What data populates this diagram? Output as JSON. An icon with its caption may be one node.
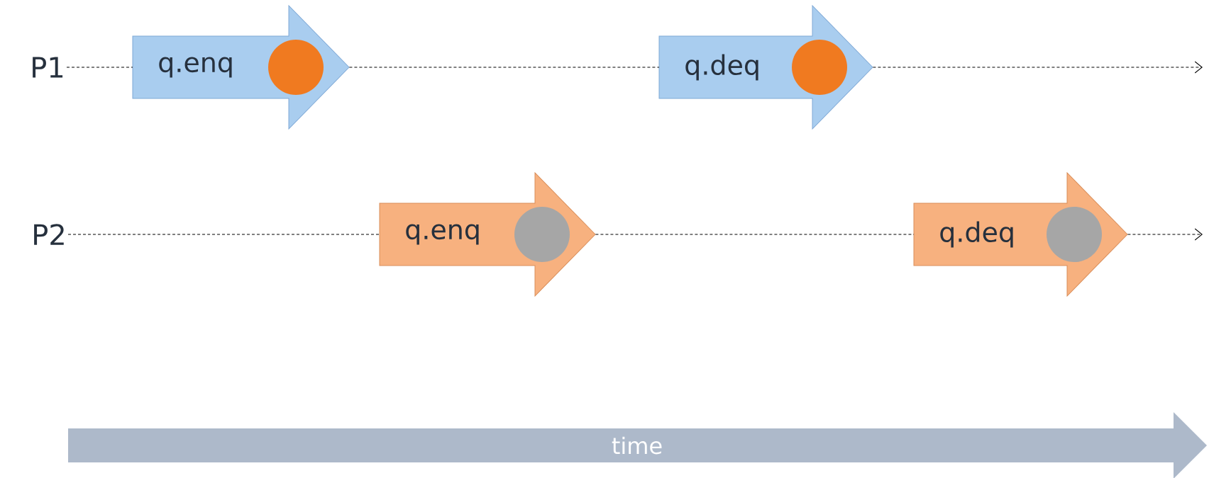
{
  "diagram": {
    "nodes": [
      {
        "text": [
          "P1"
        ]
      },
      {
        "text": [
          "q.enq"
        ]
      },
      {
        "text": [
          "q.deq"
        ]
      },
      {
        "text": [
          "P2"
        ]
      },
      {
        "text": [
          "q.enq"
        ]
      },
      {
        "text": [
          "q.deq"
        ]
      },
      {
        "text": [
          "time"
        ]
      }
    ],
    "edges": [
      {
        "from": 0,
        "to": 1,
        "arrow": "none",
        "style": "dashed"
      },
      {
        "from": 1,
        "to": 2,
        "arrow": "none",
        "style": "dashed"
      },
      {
        "from": 2,
        "to": null,
        "arrow": "to",
        "style": "dashed"
      },
      {
        "from": 3,
        "to": 4,
        "arrow": "none",
        "style": "dashed"
      },
      {
        "from": 4,
        "to": 5,
        "arrow": "none",
        "style": "dashed"
      },
      {
        "from": 5,
        "to": null,
        "arrow": "to",
        "style": "dashed"
      }
    ]
  }
}
